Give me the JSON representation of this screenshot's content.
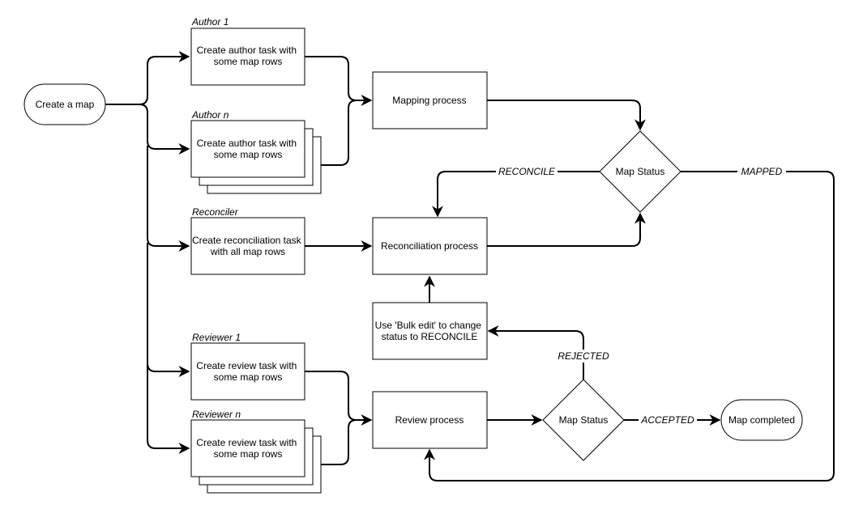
{
  "nodes": {
    "create_map": "Create a map",
    "author1_task": [
      "Create author task with",
      "some map rows"
    ],
    "authorn_task": [
      "Create author task with",
      "some map rows"
    ],
    "reconciler_task": [
      "Create reconciliation task",
      "with all map rows"
    ],
    "reviewer1_task": [
      "Create review task with",
      "some map rows"
    ],
    "reviewern_task": [
      "Create review task with",
      "some map rows"
    ],
    "mapping_process": "Mapping process",
    "reconciliation_process": "Reconciliation process",
    "bulk_edit": [
      "Use 'Bulk edit' to change",
      "status to RECONCILE"
    ],
    "review_process": "Review process",
    "map_status_top": "Map Status",
    "map_status_bottom": "Map Status",
    "map_completed": "Map completed"
  },
  "lanes": {
    "author1": "Author 1",
    "authorn": "Author n",
    "reconciler": "Reconciler",
    "reviewer1": "Reviewer 1",
    "reviewern": "Reviewer n"
  },
  "edge_labels": {
    "reconcile": "RECONCILE",
    "mapped": "MAPPED",
    "rejected": "REJECTED",
    "accepted": "ACCEPTED"
  }
}
